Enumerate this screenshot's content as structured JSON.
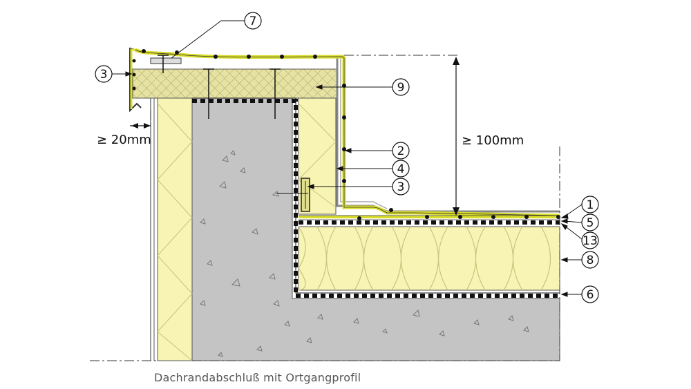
{
  "caption": "Dachrandabschluß mit Ortgangprofil",
  "dimensions": {
    "edge_gap": "≥ 20mm",
    "upstand_height": "≥ 100mm"
  },
  "callouts": {
    "c1": "1",
    "c2": "2",
    "c3": "3",
    "c4": "4",
    "c5": "5",
    "c6": "6",
    "c7": "7",
    "c8": "8",
    "c9": "9",
    "c13": "13"
  },
  "colors": {
    "insulation": "#f7f4b4",
    "concrete": "#c4c4c4",
    "wood": "#e6e2a2",
    "membrane": "#d8dc2a",
    "line": "#222222"
  }
}
